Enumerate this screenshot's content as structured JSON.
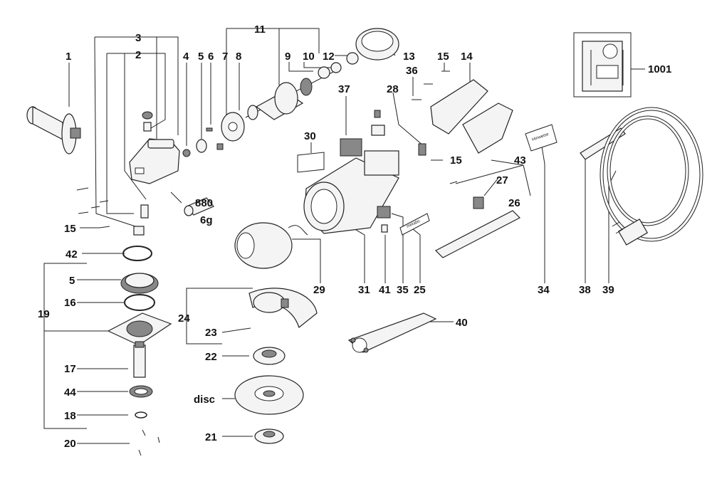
{
  "labels": {
    "p1": "1",
    "p2": "2",
    "p3": "3",
    "p4": "4",
    "p5a": "5",
    "p6": "6",
    "p7": "7",
    "p8": "8",
    "p9": "9",
    "p10": "10",
    "p11": "11",
    "p12": "12",
    "p13": "13",
    "p14": "14",
    "p15a": "15",
    "p15b": "15",
    "p15c": "15",
    "p36": "36",
    "p37": "37",
    "p28": "28",
    "p30": "30",
    "p43": "43",
    "p27": "27",
    "p26": "26",
    "p1001": "1001",
    "p880": "880",
    "p6g": "6g",
    "p42": "42",
    "p5b": "5",
    "p16": "16",
    "p19": "19",
    "p17": "17",
    "p44": "44",
    "p18": "18",
    "p20": "20",
    "p24": "24",
    "p23": "23",
    "p22": "22",
    "disc": "disc",
    "p21": "21",
    "p29": "29",
    "p31": "31",
    "p41": "41",
    "p35": "35",
    "p25": "25",
    "p34": "34",
    "p38": "38",
    "p39": "39",
    "p40": "40"
  },
  "stickers": {
    "brand_tag": "metabo",
    "booklet": "Hinweise"
  }
}
